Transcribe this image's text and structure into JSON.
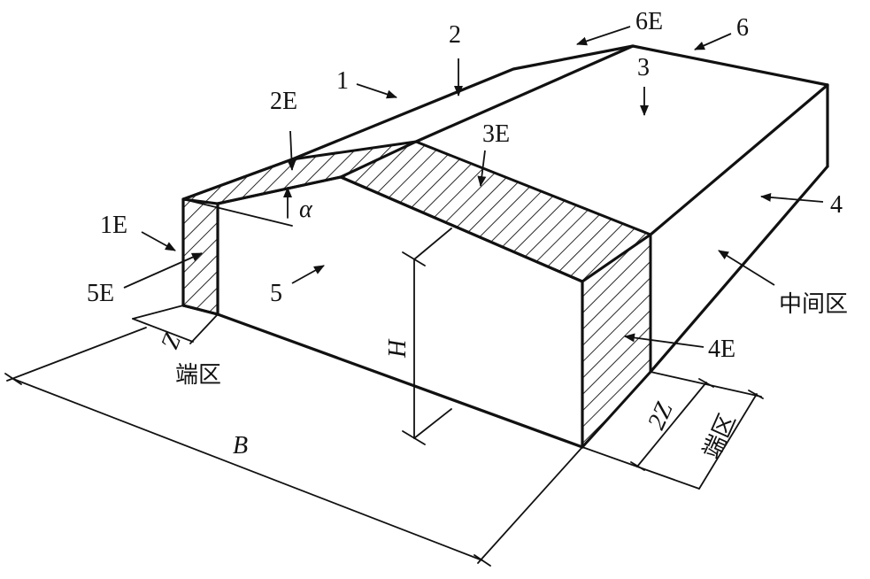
{
  "labels": {
    "zone1": "1",
    "zone2": "2",
    "zone3": "3",
    "zone4": "4",
    "zone5": "5",
    "zone6": "6",
    "zone1E": "1E",
    "zone2E": "2E",
    "zone3E": "3E",
    "zone4E": "4E",
    "zone5E": "5E",
    "zone6E": "6E",
    "alpha": "α",
    "height": "H",
    "width": "B",
    "end_width": "Z",
    "end_width_double": "2Z",
    "end_zone_front": "端区",
    "end_zone_side": "端区",
    "middle_zone": "中间区"
  },
  "colors": {
    "line": "#111111",
    "background": "#ffffff"
  }
}
